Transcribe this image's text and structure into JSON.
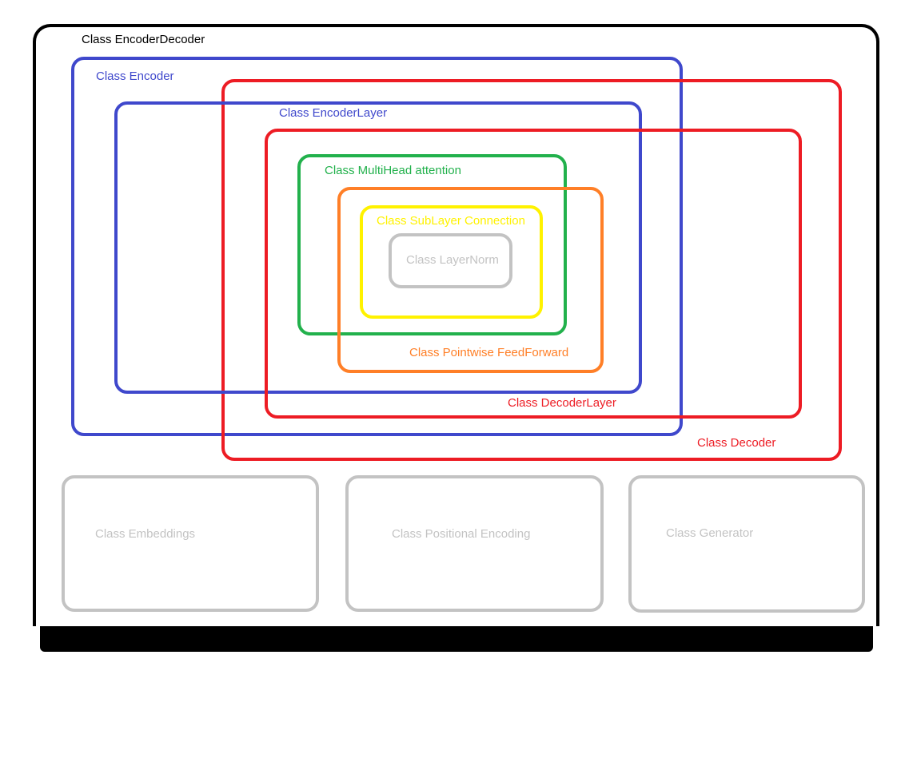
{
  "colors": {
    "encoder_decoder": "#000000",
    "encoder": "#3f48cc",
    "decoder": "#ed1c24",
    "multihead": "#22b14c",
    "feedforward": "#ff7f27",
    "sublayer": "#fff200",
    "layernorm": "#c3c3c3",
    "auxiliary": "#c3c3c3"
  },
  "labels": {
    "encoder_decoder": "Class EncoderDecoder",
    "encoder": "Class Encoder",
    "encoder_layer": "Class EncoderLayer",
    "multihead": "Class MultiHead attention",
    "sublayer": "Class SubLayer Connection",
    "layernorm": "Class LayerNorm",
    "feedforward": "Class Pointwise FeedForward",
    "decoder_layer": "Class DecoderLayer",
    "decoder": "Class Decoder",
    "embeddings": "Class Embeddings",
    "positional": "Class Positional Encoding",
    "generator": "Class Generator"
  }
}
